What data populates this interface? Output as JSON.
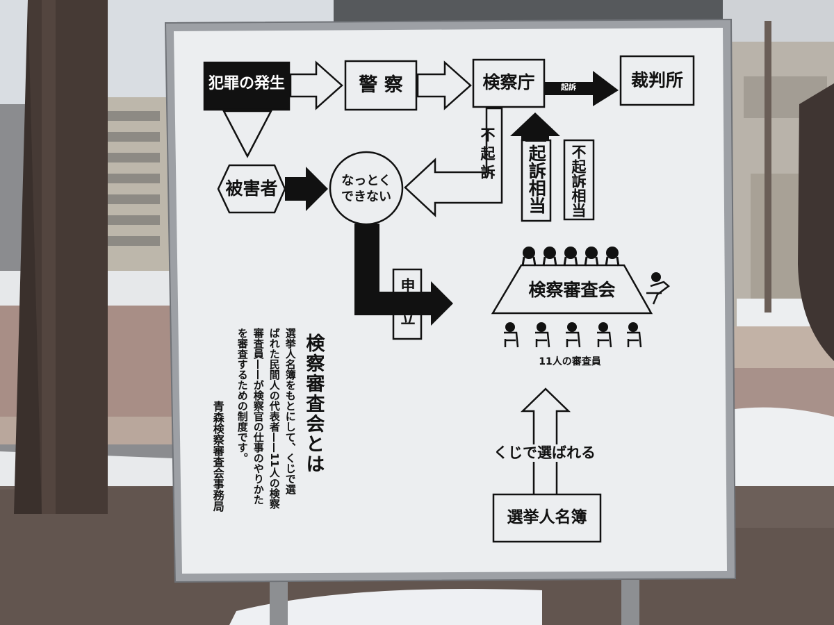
{
  "sign": {
    "flow": {
      "crime": "犯罪の発生",
      "police": "警 察",
      "prosecutor": "検察庁",
      "court": "裁判所",
      "indict_small": "起訴",
      "victim": "被害者",
      "not_convinced": "なっとく\nできない",
      "non_indict": "不起訴",
      "indict_appropriate": "起訴相当",
      "non_indict_appropriate": "不起訴相当",
      "apply": "申立"
    },
    "committee": {
      "name": "検察審査会",
      "members": "11人の審査員",
      "lottery": "くじで選ばれる",
      "voter_list": "選挙人名簿"
    },
    "description": {
      "heading": "検察審査会とは",
      "body_lines": [
        "選挙人名簿をもとにして、くじで選",
        "ばれた民間人の代表者——11人の検察",
        "審査員——が検察官の仕事のやりかた",
        "を審査するための制度です。"
      ],
      "office": "青森検察審査会事務局"
    }
  }
}
